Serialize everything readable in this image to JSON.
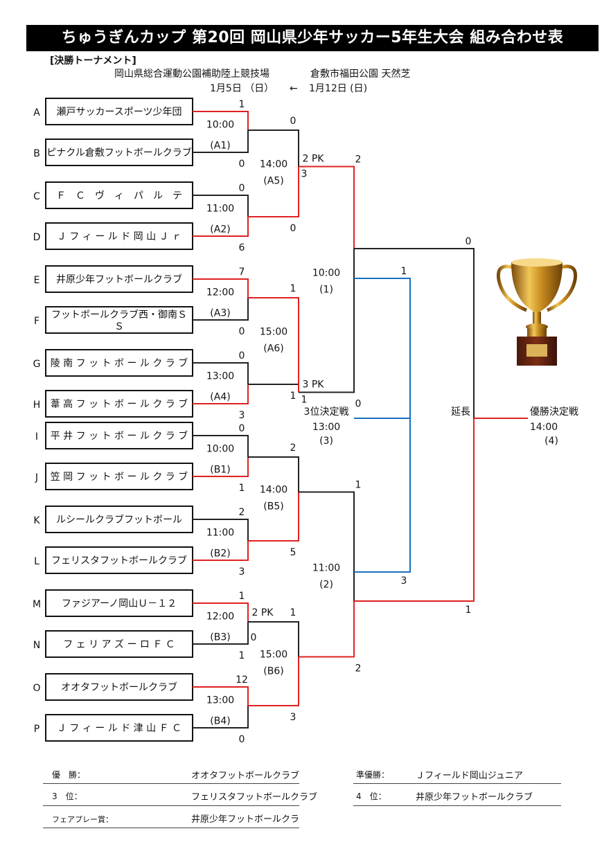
{
  "title": "ちゅうぎんカップ 第20回 岡山県少年サッカー5年生大会 組み合わせ表",
  "section_label": "[決勝トーナメント]",
  "venues": {
    "venue1": "岡山県総合運動公園補助陸上競技場",
    "venue2": "倉敷市福田公園 天然芝",
    "date1": "1月5日 （日）",
    "arrow": "←",
    "date2": "1月12日 (日)"
  },
  "teams": [
    {
      "letter": "A",
      "name": "瀬戸サッカースポーツ少年団"
    },
    {
      "letter": "B",
      "name": "ピナクル倉敷フットボールクラブ"
    },
    {
      "letter": "C",
      "name": "Ｆ　Ｃ　ヴ　ィ　パ　ル　テ"
    },
    {
      "letter": "D",
      "name": "Ｊ フ ィ ー ル ド 岡 山 Ｊ ｒ"
    },
    {
      "letter": "E",
      "name": "井原少年フットボールクラブ"
    },
    {
      "letter": "F",
      "name": "フットボールクラブ西・御南Ｓ",
      "name2": "Ｓ"
    },
    {
      "letter": "G",
      "name": "陵 南 フ ッ ト ボ ー ル ク ラ ブ"
    },
    {
      "letter": "H",
      "name": "葦 高 フ ッ ト ボ ー ル ク ラ ブ"
    },
    {
      "letter": "I",
      "name": "平 井 フ ッ ト ボ ー ル ク ラ ブ"
    },
    {
      "letter": "J",
      "name": "笠 岡 フ ッ ト ボ ー ル ク ラ ブ"
    },
    {
      "letter": "K",
      "name": "ルシールクラブフットボール"
    },
    {
      "letter": "L",
      "name": "フェリスタフットボールクラブ"
    },
    {
      "letter": "M",
      "name": "ファジアーノ岡山Ｕ－１２"
    },
    {
      "letter": "N",
      "name": "フ ェ リ ア ズ ー ロ Ｆ Ｃ"
    },
    {
      "letter": "O",
      "name": "オオタフットボールクラブ"
    },
    {
      "letter": "P",
      "name": "Ｊ フ ィ ー ル ド 津 山 Ｆ Ｃ"
    }
  ],
  "round1": [
    {
      "time": "10:00",
      "code": "(A1)",
      "score_top": "1",
      "score_bottom": "0"
    },
    {
      "time": "11:00",
      "code": "(A2)",
      "score_top": "0",
      "score_bottom": "6"
    },
    {
      "time": "12:00",
      "code": "(A3)",
      "score_top": "7",
      "score_bottom": "0"
    },
    {
      "time": "13:00",
      "code": "(A4)",
      "score_top": "0",
      "score_bottom": "3"
    },
    {
      "time": "10:00",
      "code": "(B1)",
      "score_top": "0",
      "score_bottom": "1"
    },
    {
      "time": "11:00",
      "code": "(B2)",
      "score_top": "2",
      "score_bottom": "3"
    },
    {
      "time": "12:00",
      "code": "(B3)",
      "score_top": "1",
      "score_bottom": "1",
      "pk_top": "2 PK",
      "pk_bottom": "0"
    },
    {
      "time": "13:00",
      "code": "(B4)",
      "score_top": "12",
      "score_bottom": "0"
    }
  ],
  "round2": [
    {
      "time": "14:00",
      "code": "(A5)",
      "score_top": "0",
      "score_bottom": "0",
      "pk_top": "2 PK",
      "pk_bottom": "3"
    },
    {
      "time": "15:00",
      "code": "(A6)",
      "score_top": "1",
      "score_bottom": "1",
      "pk_top": "3 PK",
      "pk_bottom": "1"
    },
    {
      "time": "14:00",
      "code": "(B5)",
      "score_top": "2",
      "score_bottom": "5"
    },
    {
      "time": "15:00",
      "code": "(B6)",
      "score_top": "1",
      "score_bottom": "3"
    }
  ],
  "semis": [
    {
      "time": "10:00",
      "code": "(1)",
      "score_top": "2",
      "score_bottom": "0"
    },
    {
      "time": "11:00",
      "code": "(2)",
      "score_top": "1",
      "score_bottom": "2"
    }
  ],
  "third_place": {
    "label": "3位決定戦",
    "time": "13:00",
    "code": "(3)",
    "score_top": "1",
    "score_bottom": "3"
  },
  "final": {
    "label": "優勝決定戦",
    "time": "14:00",
    "code": "(4)",
    "score_top": "0",
    "score_bottom": "1",
    "extra": "延長"
  },
  "results": {
    "champion_label": "優　勝：",
    "champion": "オオタフットボールクラブ",
    "runnerup_label": "準優勝：",
    "runnerup": "Ｊフィールド岡山ジュニア",
    "third_label": "3　位：",
    "third": "フェリスタフットボールクラブ",
    "fourth_label": "4　位：",
    "fourth": "井原少年フットボールクラブ",
    "fairplay_label": "フェアプレー賞：",
    "fairplay": "井原少年フットボールクラ"
  },
  "colors": {
    "winner_line": "#e02020",
    "third_line": "#1a6fc0",
    "plain_line": "#222222",
    "title_bg": "#000000"
  },
  "icons": {
    "trophy": "trophy-icon"
  }
}
